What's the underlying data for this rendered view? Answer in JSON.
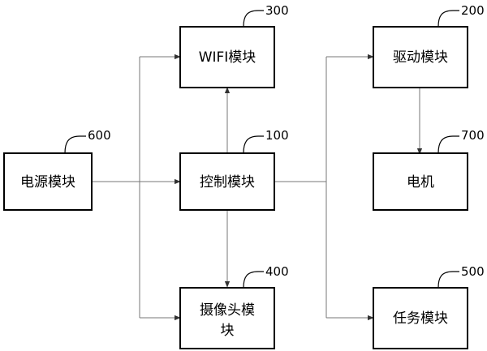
{
  "blocks": {
    "power": {
      "label": "电源模块",
      "ref": "600"
    },
    "control": {
      "label": "控制模块",
      "ref": "100"
    },
    "wifi": {
      "label": "WIFI模块",
      "ref": "300"
    },
    "camera": {
      "label_line1": "摄像头模",
      "label_line2": "块",
      "ref": "400"
    },
    "drive": {
      "label": "驱动模块",
      "ref": "200"
    },
    "motor": {
      "label": "电机",
      "ref": "700"
    },
    "task": {
      "label": "任务模块",
      "ref": "500"
    }
  },
  "colors": {
    "box_stroke": "#000000",
    "connector": "#777777",
    "background": "#ffffff"
  }
}
